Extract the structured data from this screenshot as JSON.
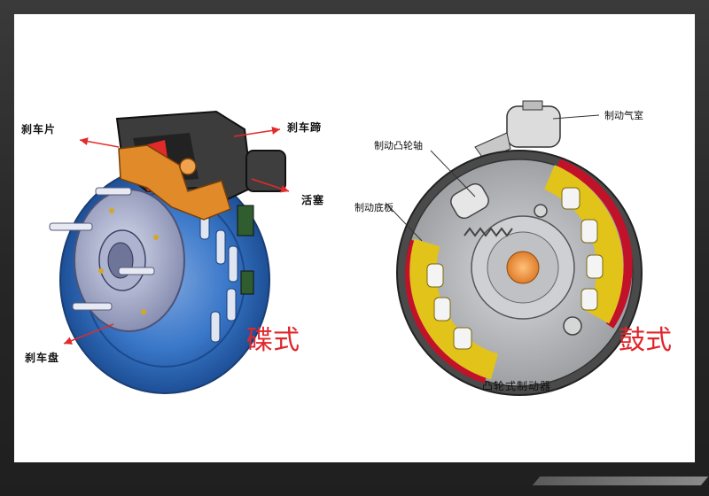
{
  "disc_brake": {
    "labels": {
      "brake_pad": "刹车片",
      "brake_caliper": "刹车蹄",
      "piston": "活塞",
      "brake_disc": "刹车盘"
    },
    "type_label": "碟式"
  },
  "drum_brake": {
    "labels": {
      "brake_chamber": "制动气室",
      "cam_shaft": "制动凸轮轴",
      "backing_plate": "制动底板"
    },
    "type_label": "鼓式",
    "caption": "凸轮式制动器"
  },
  "colors": {
    "disc_blue": "#2f6fc4",
    "caliper_orange": "#e08a2a",
    "lining_red": "#c2122a",
    "shoe_yellow": "#e2c31a",
    "arrow_red": "#e32a2a",
    "label_red": "#e0262b"
  }
}
